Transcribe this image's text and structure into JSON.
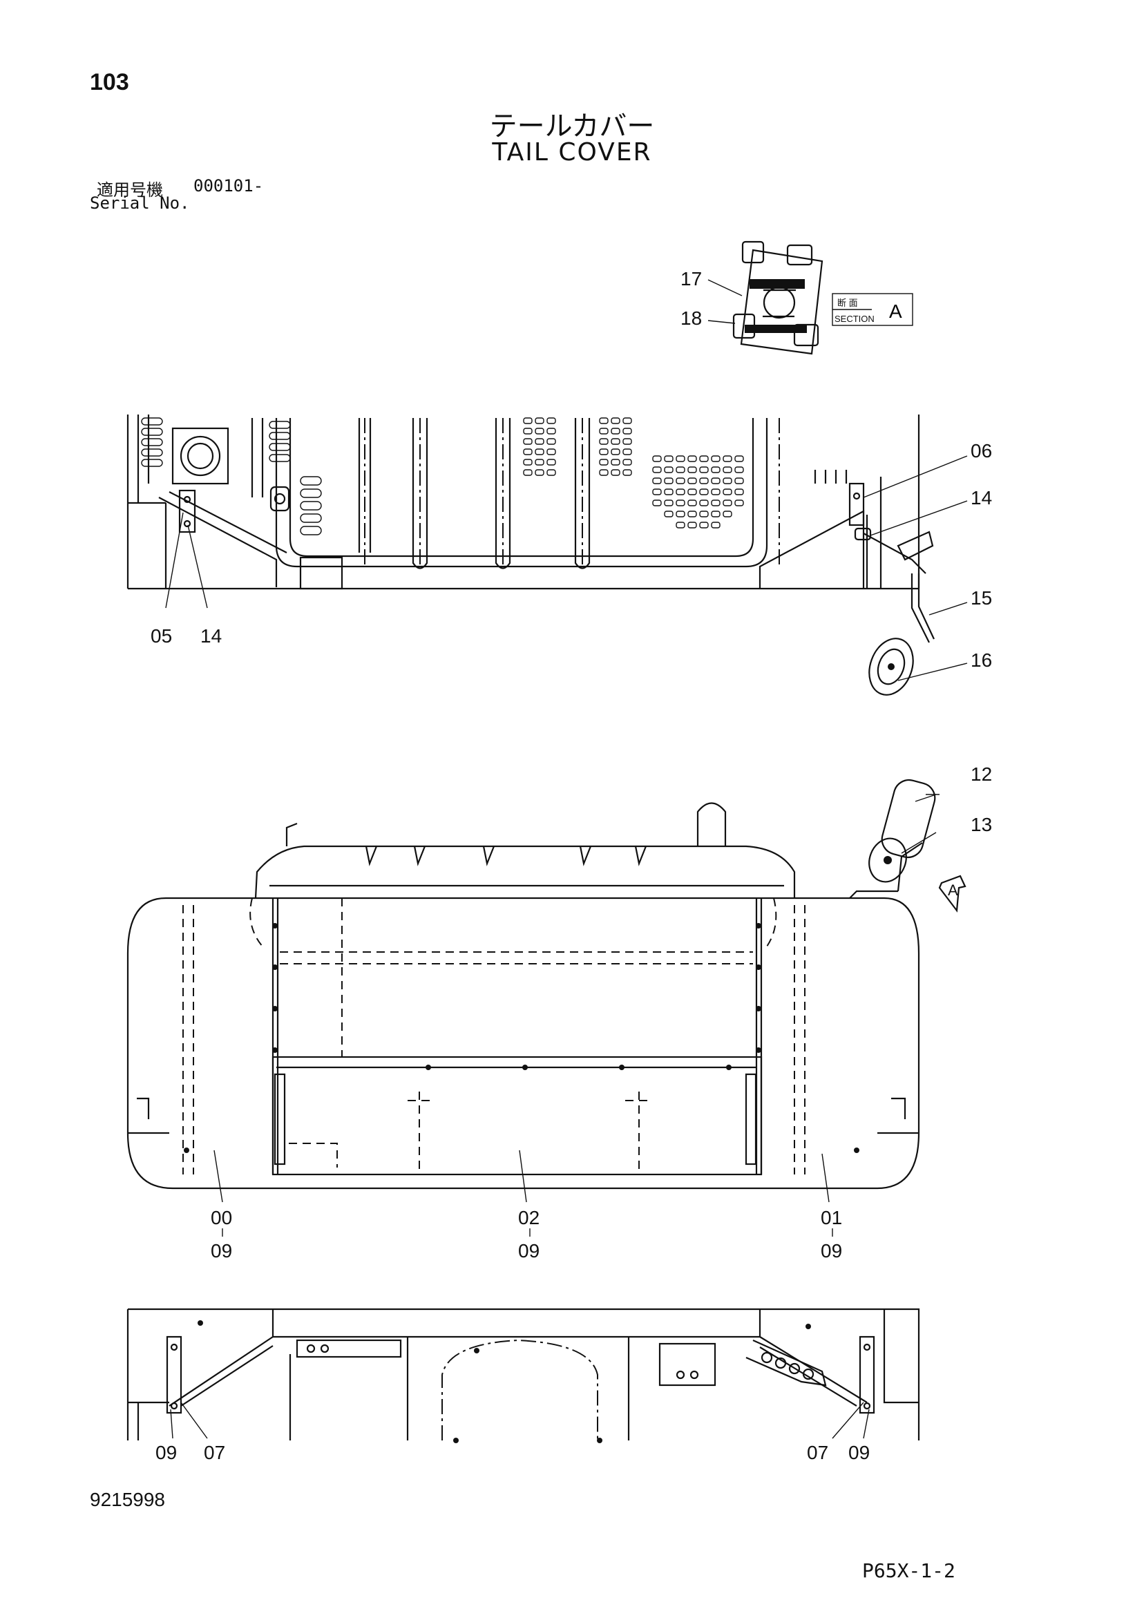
{
  "header": {
    "page_number": "103",
    "title_jp": "テールカバー",
    "title_en": "TAIL COVER",
    "serial_label_jp": "適用号機",
    "serial_value": "000101-",
    "serial_label_en": "Serial No."
  },
  "section_box": {
    "label_jp": "断 面",
    "label_en": "SECTION",
    "letter": "A"
  },
  "section_arrow_letter": "A",
  "callouts": {
    "c17": "17",
    "c18": "18",
    "c06": "06",
    "c14a": "14",
    "c15": "15",
    "c16": "16",
    "c05": "05",
    "c14b": "14",
    "c12": "12",
    "c13": "13",
    "c00": "00",
    "c00_sub": "09",
    "c02": "02",
    "c02_sub": "09",
    "c01": "01",
    "c01_sub": "09",
    "c09_left": "09",
    "c07_left": "07",
    "c07_right": "07",
    "c09_right": "09"
  },
  "footer": {
    "drawing_number": "9215998",
    "page_code": "P65X-1-2"
  }
}
